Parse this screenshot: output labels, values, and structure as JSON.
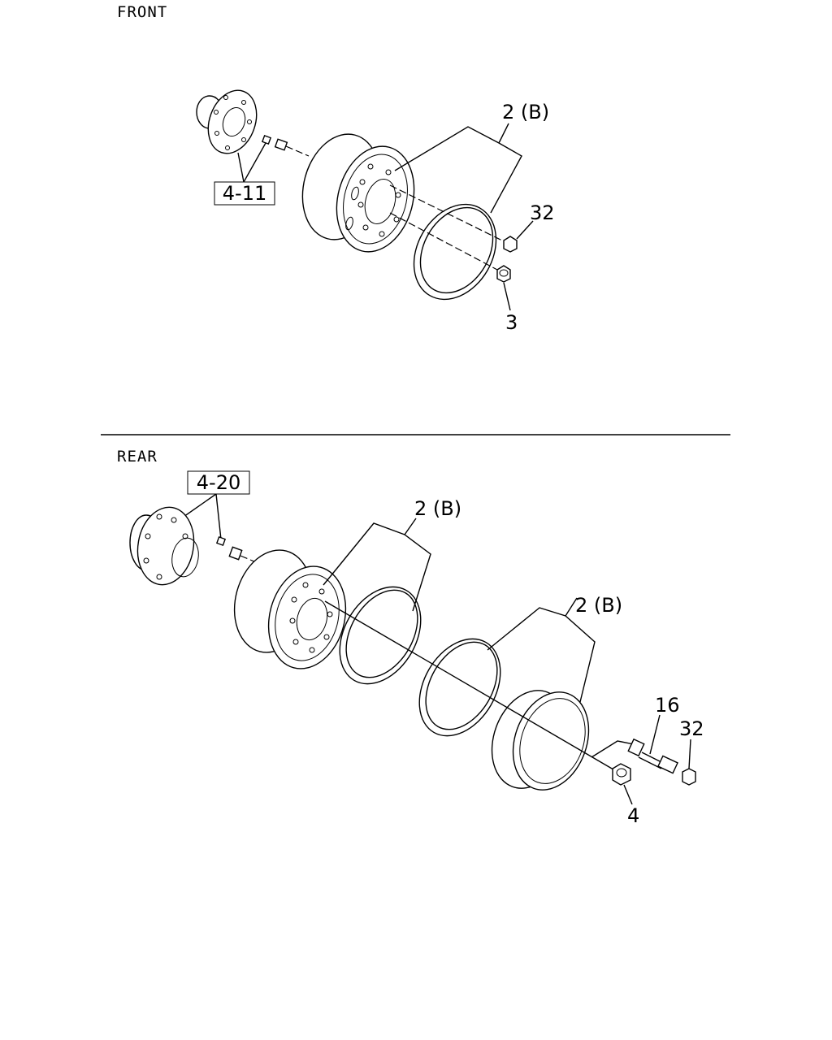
{
  "sections": {
    "front": {
      "title": "FRONT",
      "ref_box": "4-11",
      "labels": {
        "wheel_2b": "2 (B)",
        "nut_32": "32",
        "nut_3": "3"
      }
    },
    "rear": {
      "title": "REAR",
      "ref_box": "4-20",
      "labels": {
        "wheel_2b_a": "2 (B)",
        "wheel_2b_b": "2 (B)",
        "bolt_16": "16",
        "nut_32": "32",
        "nut_4": "4"
      }
    }
  }
}
